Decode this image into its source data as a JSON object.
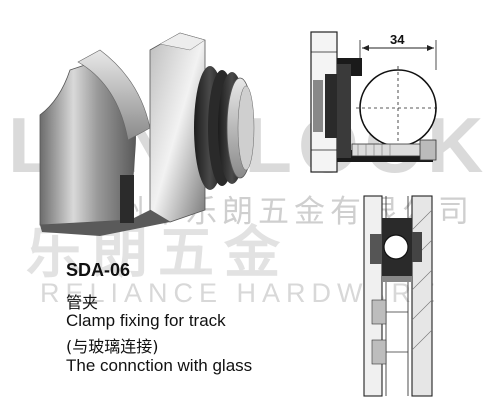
{
  "watermark": {
    "logo": "LENNLOCK",
    "company_cn": "广州市乐朗五金有限公司",
    "brand_cn": "乐朗五金",
    "brand_en": "RELIANCE HARDWARE"
  },
  "product": {
    "code": "SDA-06",
    "name_cn": "管夹",
    "description": "Clamp fixing for track",
    "note_cn": "(与玻璃连接)",
    "note_en": "The connction with glass"
  },
  "drawing": {
    "dimension_label": "34"
  }
}
